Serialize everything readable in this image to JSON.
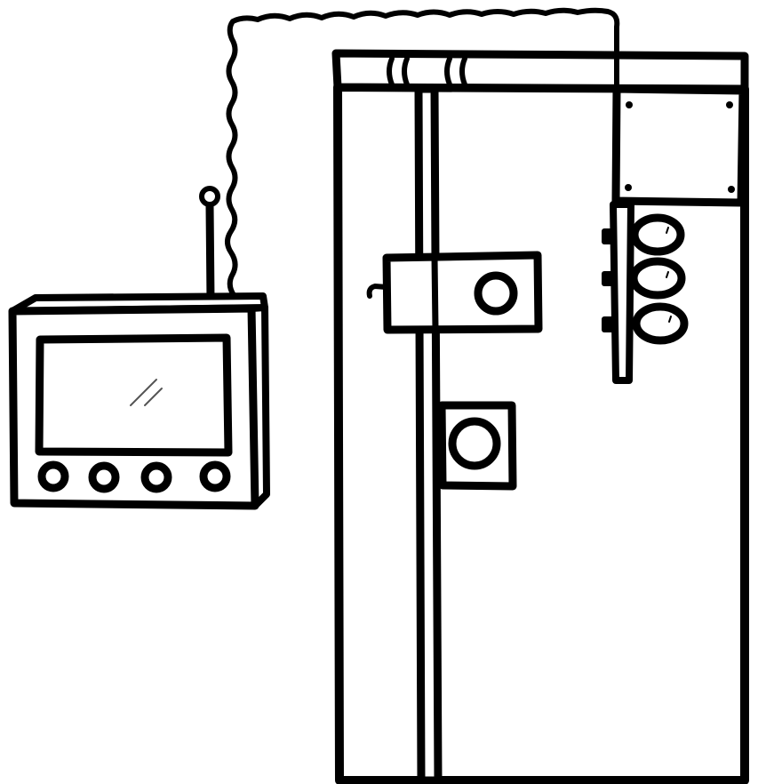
{
  "diagram": {
    "subjects": [
      {
        "id": "control-unit",
        "parts": [
          "antenna",
          "screen",
          "control-knobs",
          "cable"
        ]
      },
      {
        "id": "cabinet",
        "parts": [
          "top-rail",
          "vertical-pipe",
          "pipe-clamp",
          "pipe-collar",
          "mounting-plate",
          "valve-bar",
          "indicator-lamps"
        ]
      }
    ],
    "counts": {
      "control_knobs": 4,
      "indicator_lamps": 3,
      "plate_screws": 4,
      "rail_bands": 2
    },
    "colors": {
      "ink": "#000000",
      "paper": "#ffffff",
      "screen_glare": "#555555"
    },
    "style": "black ink line drawing on white"
  }
}
